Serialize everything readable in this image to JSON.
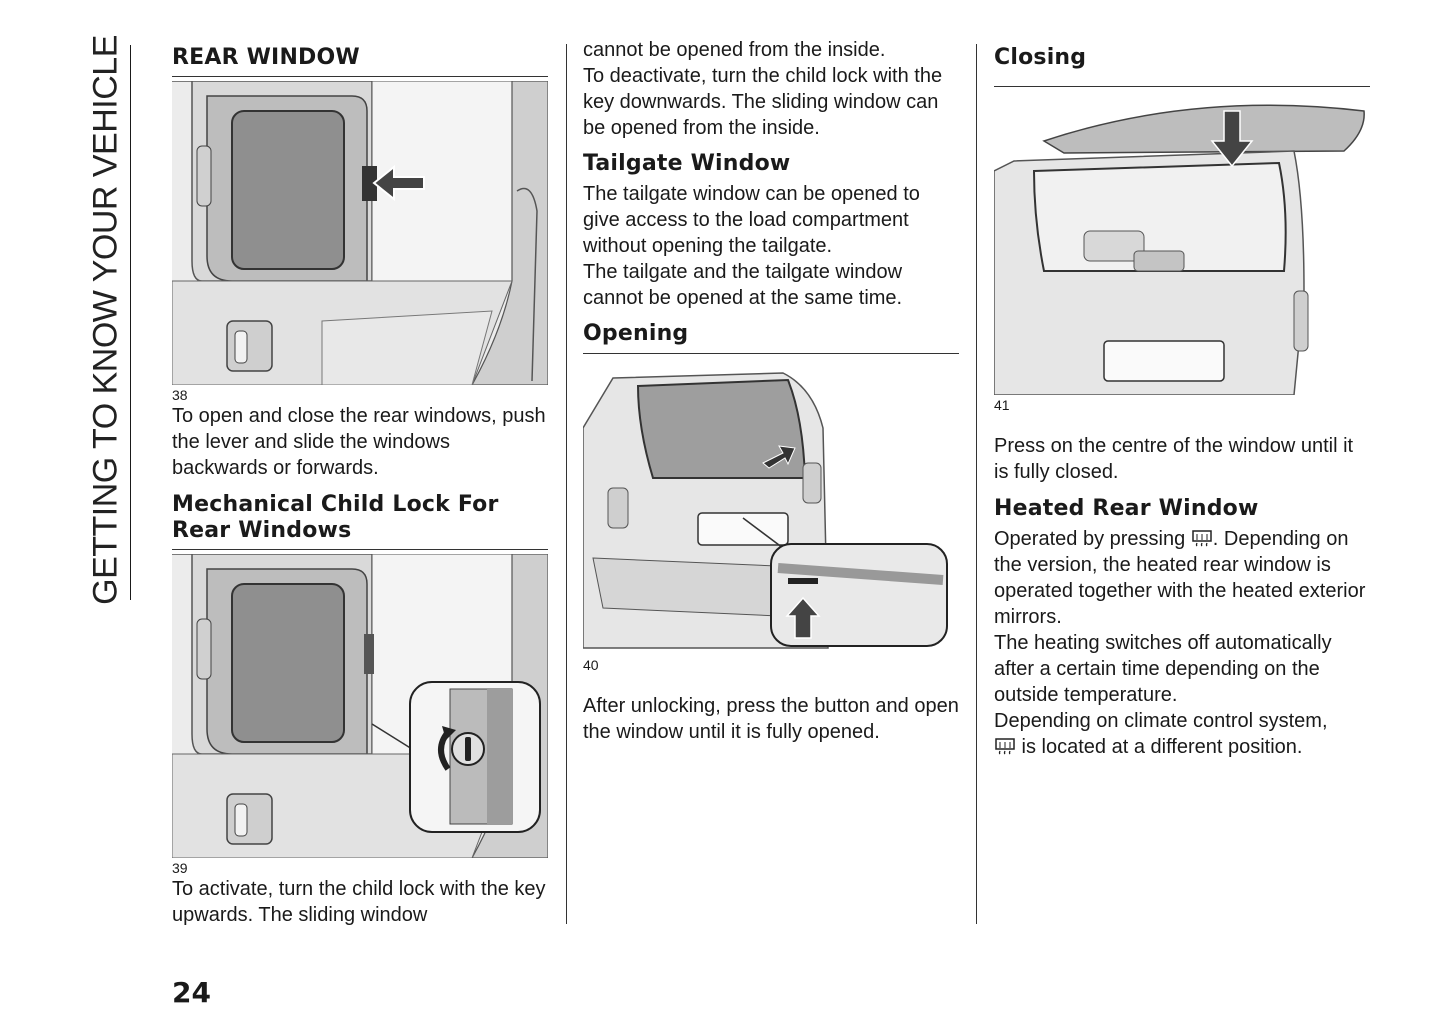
{
  "side_title": "GETTING TO KNOW YOUR VEHICLE",
  "page_number": "24",
  "col1": {
    "heading1": "REAR WINDOW",
    "fig38_num": "38",
    "para1": "To open and close the rear windows, push the lever and slide the windows backwards or forwards.",
    "heading2": "Mechanical Child Lock For Rear Windows",
    "fig39_num": "39",
    "para2": "To activate, turn the child lock with the key upwards. The sliding window"
  },
  "col2": {
    "para_cont": "cannot be opened from the inside.",
    "para_deactivate": "To deactivate, turn the child lock with the key downwards. The sliding window can be opened from the inside.",
    "heading_tailgate": "Tailgate Window",
    "para_tailgate1": "The tailgate window can be opened to give access to the load compartment without opening the tailgate.",
    "para_tailgate2": "The tailgate and the tailgate window cannot be opened at the same time.",
    "heading_opening": "Opening",
    "fig40_num": "40",
    "para_opening": "After unlocking, press the button and open the window until it is fully opened."
  },
  "col3": {
    "heading_closing": "Closing",
    "fig41_num": "41",
    "para_closing": "Press on the centre of the window until it is fully closed.",
    "heading_heated": "Heated Rear Window",
    "heated_pre": "Operated by pressing",
    "heated_post": ". Depending on the version, the heated rear window is operated together with the heated exterior mirrors.",
    "heated_para2": "The heating switches off automatically after a certain time depending on the outside temperature.",
    "heated_para3_pre": "Depending on climate control system,",
    "heated_para3_post": " is located at a different position.",
    "icon": "rear-defrost-icon"
  }
}
